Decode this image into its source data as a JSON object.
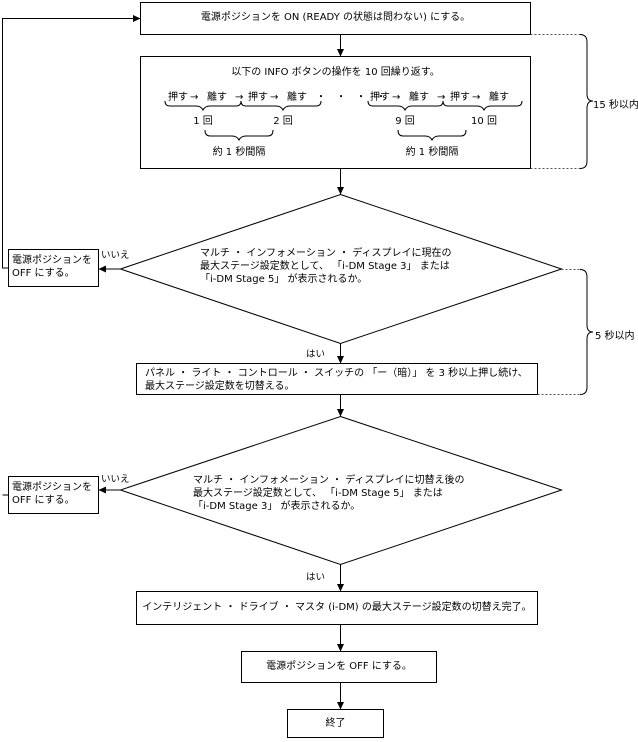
{
  "steps": {
    "power_on": "電源ポジションを ON (READY の状態は問わない) にする。",
    "info_repeat": "以下の INFO ボタンの操作を 10 回繰り返す。",
    "check1_line1": "マルチ ・ インフォメーション ・ ディスプレイに現在の",
    "check1_line2": "最大ステージ設定数として、 「i-DM Stage 3」 または",
    "check1_line3": "「i-DM Stage 5」 が表示されるか。",
    "hold_line1": "パネル ・ ライト ・ コントロール ・ スイッチの 「ー（暗）」 を 3 秒以上押し続け、",
    "hold_line2": "最大ステージ設定数を切替える。",
    "check2_line1": "マルチ ・ インフォメーション ・ ディスプレイに切替え後の",
    "check2_line2": "最大ステージ設定数として、 「i-DM Stage 5」 または",
    "check2_line3": "「i-DM Stage 3」 が表示されるか。",
    "complete": "インテリジェント ・ ドライブ ・ マスタ (i-DM) の最大ステージ設定数の切替え完了。",
    "power_off": "電源ポジションを OFF にする。",
    "end": "終了"
  },
  "side_boxes": {
    "off1_line1": "電源ポジションを",
    "off1_line2": "OFF にする。",
    "off2_line1": "電源ポジションを",
    "off2_line2": "OFF にする。"
  },
  "info_sequence": {
    "press": "押す",
    "release": "離す",
    "arrow": "→",
    "dots": "・　・　・　・",
    "count_1": "1 回",
    "count_2": "2 回",
    "count_9": "9 回",
    "count_10": "10 回",
    "interval_left": "約 1 秒間隔",
    "interval_right": "約 1 秒間隔"
  },
  "labels": {
    "no1": "いいえ",
    "yes1": "はい",
    "no2": "いいえ",
    "yes2": "はい",
    "time_15": "15 秒以内",
    "time_5": "5 秒以内"
  }
}
